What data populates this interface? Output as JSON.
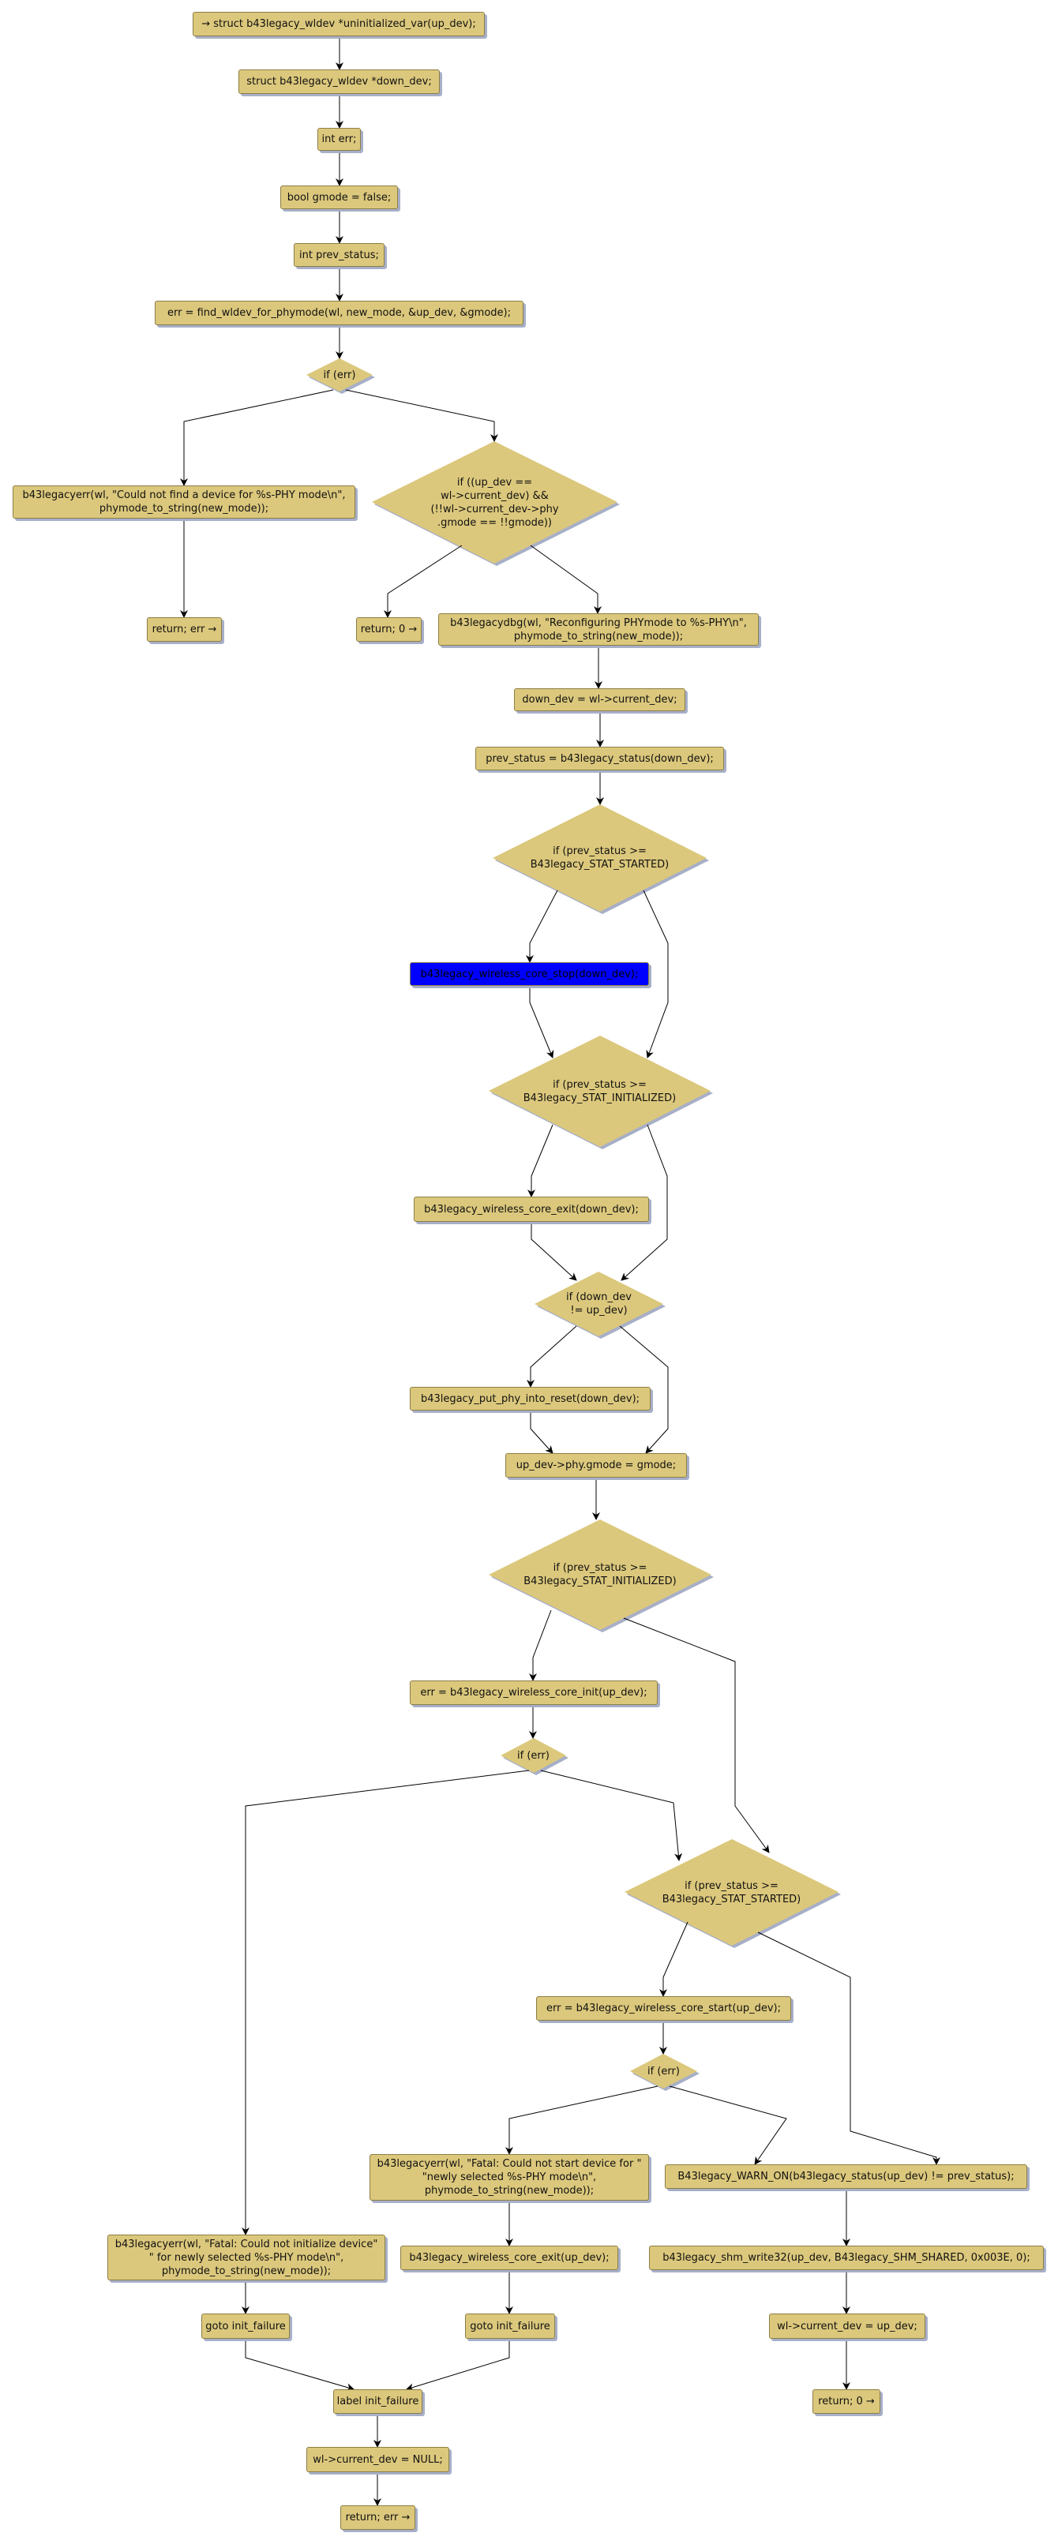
{
  "nodes": {
    "n0": "→ struct b43legacy_wldev *uninitialized_var(up_dev);",
    "n1": "struct b43legacy_wldev *down_dev;",
    "n2": "int err;",
    "n3": "bool gmode = false;",
    "n4": "int prev_status;",
    "n5": "err = find_wldev_for_phymode(wl, new_mode, &up_dev, &gmode);",
    "n6": "b43legacyerr(wl, \"Could not find a device for %s-PHY mode\\n\",\nphymode_to_string(new_mode));",
    "n7": "return; err →",
    "n8": "return; 0 →",
    "n9": "b43legacydbg(wl, \"Reconfiguring PHYmode to %s-PHY\\n\",\nphymode_to_string(new_mode));",
    "n10": "down_dev = wl->current_dev;",
    "n11": "prev_status = b43legacy_status(down_dev);",
    "n12": "b43legacy_wireless_core_stop(down_dev);",
    "n13": "b43legacy_wireless_core_exit(down_dev);",
    "n14": "b43legacy_put_phy_into_reset(down_dev);",
    "n15": "up_dev->phy.gmode = gmode;",
    "n16": "err = b43legacy_wireless_core_init(up_dev);",
    "n17": "err = b43legacy_wireless_core_start(up_dev);",
    "n18": "b43legacyerr(wl, \"Fatal: Could not start device for \"\n\"newly selected %s-PHY mode\\n\",\nphymode_to_string(new_mode));",
    "n19": "B43legacy_WARN_ON(b43legacy_status(up_dev) != prev_status);",
    "n20": "b43legacyerr(wl, \"Fatal: Could not initialize device\"\n\" for newly selected %s-PHY mode\\n\",\nphymode_to_string(new_mode));",
    "n21": "b43legacy_wireless_core_exit(up_dev);",
    "n22": "b43legacy_shm_write32(up_dev, B43legacy_SHM_SHARED, 0x003E, 0);",
    "n23": "goto init_failure",
    "n24": "goto init_failure",
    "n25": "wl->current_dev = up_dev;",
    "n26": "label init_failure",
    "n27": "return; 0 →",
    "n28": "wl->current_dev = NULL;",
    "n29": "return; err →"
  },
  "decisions": {
    "d0": "if (err)",
    "d1": "if ((up_dev ==\nwl->current_dev) &&\n(!!wl->current_dev->phy\n.gmode == !!gmode))",
    "d2": "if (prev_status >=\nB43legacy_STAT_STARTED)",
    "d3": "if (prev_status >=\nB43legacy_STAT_INITIALIZED)",
    "d4": "if (down_dev\n!= up_dev)",
    "d5": "if (prev_status >=\nB43legacy_STAT_INITIALIZED)",
    "d6": "if (err)",
    "d7": "if (prev_status >=\nB43legacy_STAT_STARTED)",
    "d8": "if (err)"
  },
  "colors": {
    "node_fill": "#dcc87c",
    "highlight_fill": "#0000ff",
    "shadow": "#a7afc8"
  }
}
